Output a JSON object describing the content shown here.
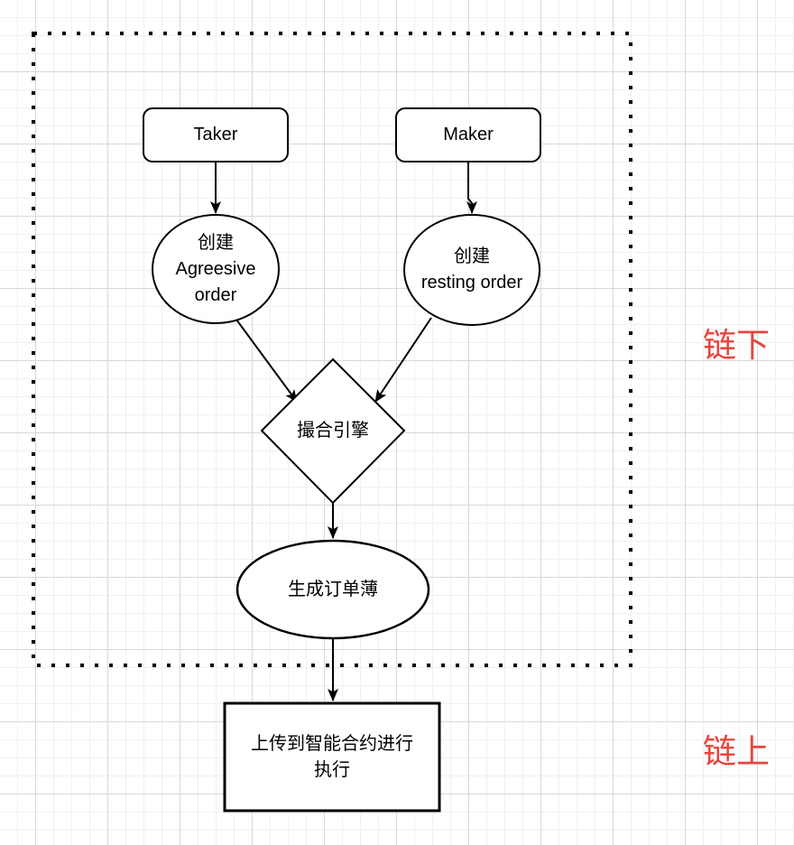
{
  "canvas": {
    "background_color": "#ffffff",
    "grid_minor_color": "#f0f0f0",
    "grid_major_color": "#d8d8d8",
    "shape_stroke_color": "#000000",
    "shape_fill_color": "#ffffff"
  },
  "zones": {
    "label_color": "#e8453c",
    "boundary_style": "dotted-rectangle",
    "offchain": {
      "label": "链下"
    },
    "onchain": {
      "label": "链上"
    }
  },
  "nodes": {
    "taker": {
      "label": "Taker",
      "shape": "rounded-rectangle"
    },
    "maker": {
      "label": "Maker",
      "shape": "rounded-rectangle"
    },
    "aggressive_order": {
      "label": "创建\nAgreesive\norder",
      "shape": "ellipse"
    },
    "resting_order": {
      "label": "创建\nresting order",
      "shape": "ellipse"
    },
    "matching_engine": {
      "label": "撮合引擎",
      "shape": "diamond"
    },
    "order_book": {
      "label": "生成订单薄",
      "shape": "ellipse"
    },
    "upload_execute": {
      "label": "上传到智能合约进行\n执行",
      "shape": "rectangle"
    }
  },
  "edges": [
    {
      "from": "taker",
      "to": "aggressive_order"
    },
    {
      "from": "maker",
      "to": "resting_order"
    },
    {
      "from": "aggressive_order",
      "to": "matching_engine"
    },
    {
      "from": "resting_order",
      "to": "matching_engine"
    },
    {
      "from": "matching_engine",
      "to": "order_book"
    },
    {
      "from": "order_book",
      "to": "upload_execute"
    }
  ]
}
